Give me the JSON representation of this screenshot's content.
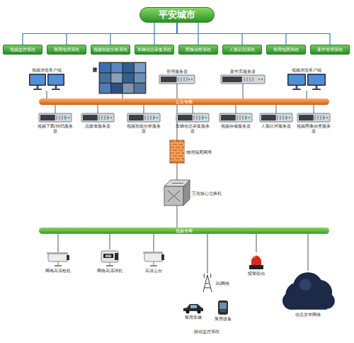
{
  "diagram": {
    "nodes": [
      {
        "text": [
          "平安城市"
        ]
      },
      {
        "text": [
          "视频监控系统"
        ]
      },
      {
        "text": [
          "警用地理系统"
        ]
      },
      {
        "text": [
          "视频智能分析系统"
        ]
      },
      {
        "text": [
          "车辆信息采集系统"
        ]
      },
      {
        "text": [
          "图像侦察系统"
        ]
      },
      {
        "text": [
          "人脸识别系统"
        ]
      },
      {
        "text": [
          "警用地图系统"
        ]
      },
      {
        "text": [
          "案件管理系统"
        ]
      },
      {
        "text": [
          "视频浏览客户端"
        ]
      },
      {
        "text": [
          "监控室拼接屏"
        ]
      },
      {
        "text": [
          "管理服务器"
        ]
      },
      {
        "text": [
          "案件库服务器"
        ]
      },
      {
        "text": [
          "视频浏览客户端"
        ]
      },
      {
        "text": [
          "公安专网"
        ]
      },
      {
        "text": [
          "视频下载/转码服务器"
        ]
      },
      {
        "text": [
          "流媒体服务器"
        ]
      },
      {
        "text": [
          "视频智能分析服务器"
        ]
      },
      {
        "text": [
          "车辆信息采集服务器"
        ]
      },
      {
        "text": [
          "视频存储服务器"
        ]
      },
      {
        "text": [
          "人脸比对服务器"
        ]
      },
      {
        "text": [
          "视频图像侦查服务器"
        ]
      },
      {
        "text": [
          "物理隔离网闸"
        ]
      },
      {
        "text": [
          "万兆核心交换机"
        ]
      },
      {
        "text": [
          "视频专网"
        ]
      },
      {
        "text": [
          "网络高清枪机"
        ]
      },
      {
        "text": [
          "网络高清球机"
        ]
      },
      {
        "text": [
          "高清云台"
        ]
      },
      {
        "text": [
          "3G网络"
        ]
      },
      {
        "text": [
          "警用车辆"
        ]
      },
      {
        "text": [
          "警用设备"
        ]
      },
      {
        "text": [
          "报警联动"
        ]
      },
      {
        "text": [
          "信息发布网络"
        ]
      }
    ],
    "edges": [
      {
        "from": 0,
        "to": 1,
        "arrow": "none"
      },
      {
        "from": 0,
        "to": 2,
        "arrow": "none"
      },
      {
        "from": 0,
        "to": 3,
        "arrow": "none"
      },
      {
        "from": 0,
        "to": 4,
        "arrow": "none"
      },
      {
        "from": 0,
        "to": 5,
        "arrow": "none"
      },
      {
        "from": 0,
        "to": 6,
        "arrow": "none"
      },
      {
        "from": 0,
        "to": 7,
        "arrow": "none"
      },
      {
        "from": 0,
        "to": 8,
        "arrow": "none"
      },
      {
        "from": 9,
        "to": 14,
        "arrow": "none"
      },
      {
        "from": 10,
        "to": 14,
        "arrow": "none"
      },
      {
        "from": 11,
        "to": 14,
        "arrow": "none"
      },
      {
        "from": 12,
        "to": 14,
        "arrow": "none"
      },
      {
        "from": 13,
        "to": 14,
        "arrow": "none"
      },
      {
        "from": 14,
        "to": 15,
        "arrow": "none"
      },
      {
        "from": 14,
        "to": 16,
        "arrow": "none"
      },
      {
        "from": 14,
        "to": 17,
        "arrow": "none"
      },
      {
        "from": 14,
        "to": 18,
        "arrow": "none"
      },
      {
        "from": 14,
        "to": 19,
        "arrow": "none"
      },
      {
        "from": 14,
        "to": 20,
        "arrow": "none"
      },
      {
        "from": 14,
        "to": 21,
        "arrow": "none"
      },
      {
        "from": 14,
        "to": 22,
        "arrow": "none"
      },
      {
        "from": 22,
        "to": 23,
        "arrow": "none"
      },
      {
        "from": 23,
        "to": 24,
        "arrow": "none"
      },
      {
        "from": 24,
        "to": 25,
        "arrow": "none"
      },
      {
        "from": 24,
        "to": 26,
        "arrow": "none"
      },
      {
        "from": 24,
        "to": 27,
        "arrow": "none"
      },
      {
        "from": 24,
        "to": 28,
        "arrow": "none"
      },
      {
        "from": 24,
        "to": 31,
        "arrow": "none"
      },
      {
        "from": 24,
        "to": 32,
        "arrow": "none"
      }
    ],
    "labels": [
      "HD",
      "移动监控系统"
    ]
  }
}
